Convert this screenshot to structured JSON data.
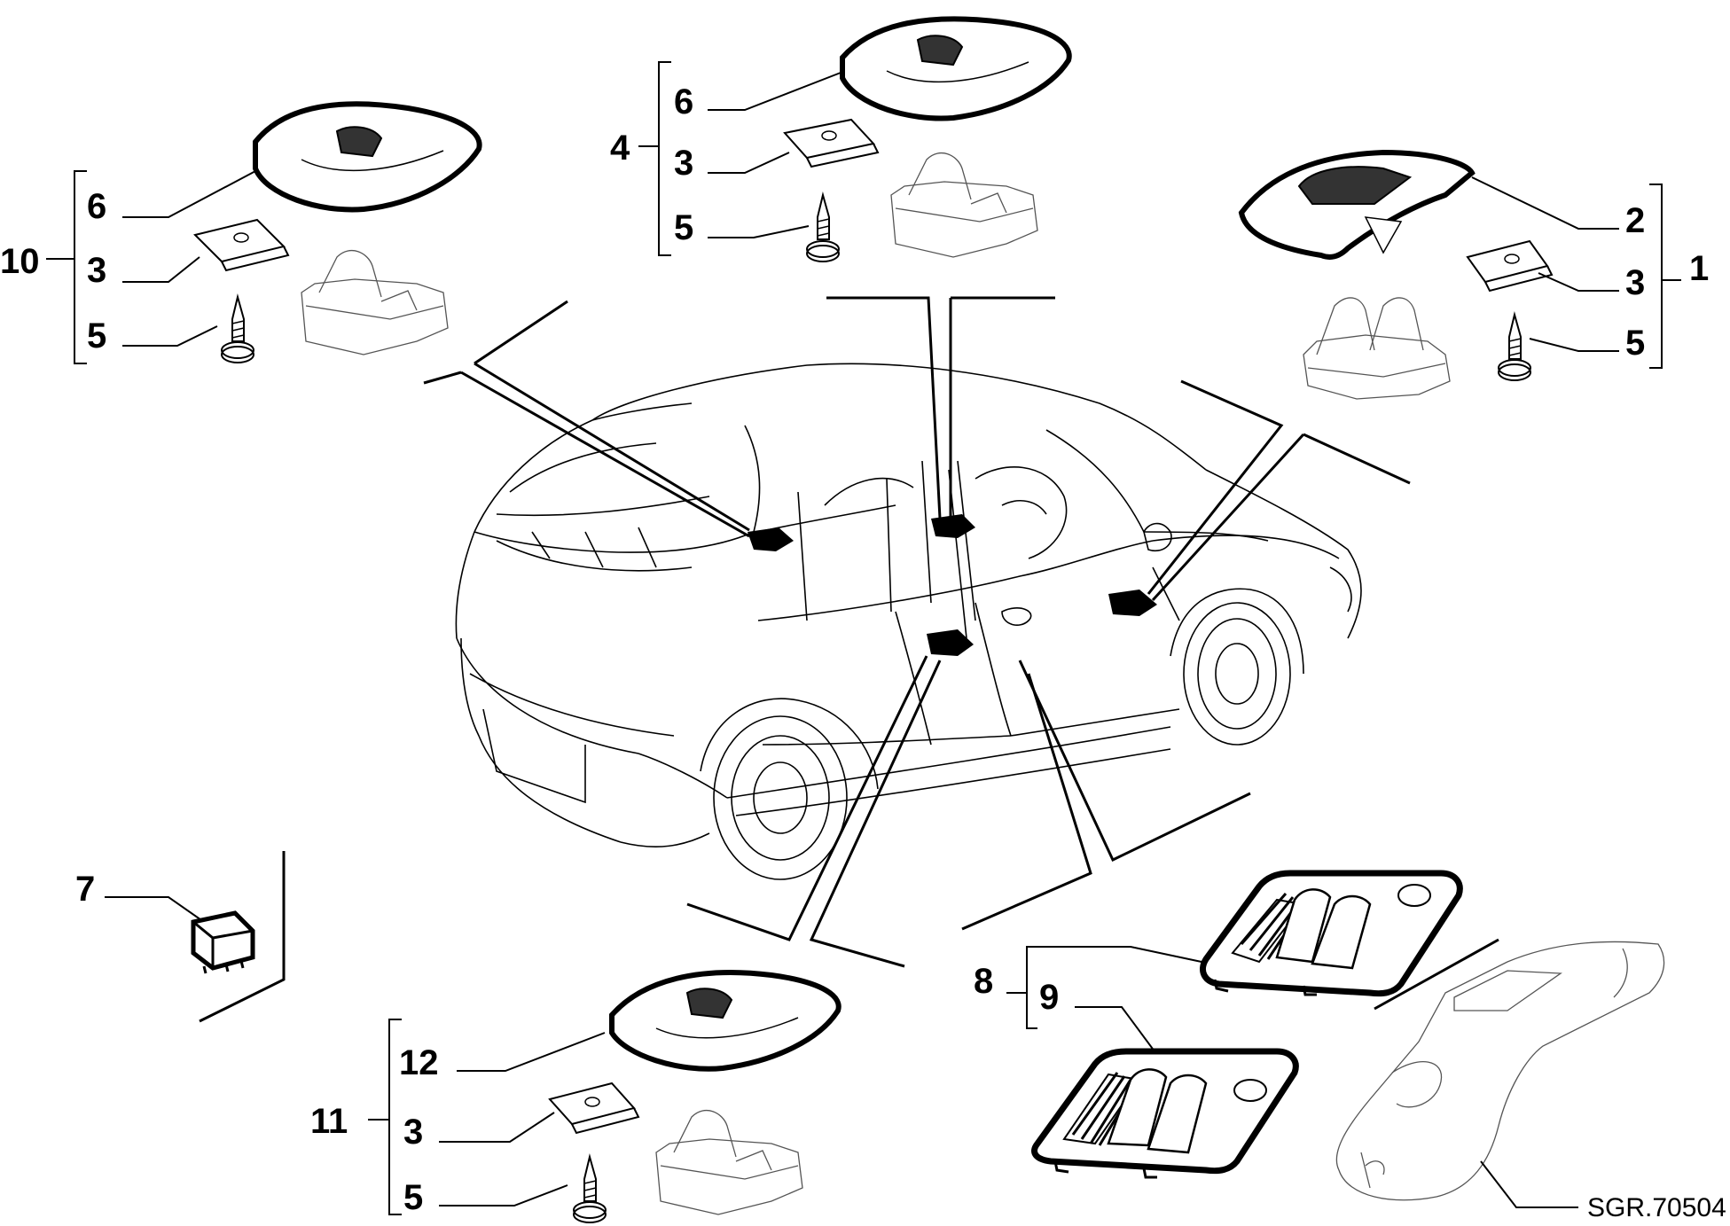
{
  "callouts": {
    "c1": "1",
    "c2": "2",
    "c3": "3",
    "c4": "4",
    "c5": "5",
    "c6": "6",
    "c7": "7",
    "c8": "8",
    "c9": "9",
    "c10": "10",
    "c11": "11",
    "c12": "12"
  },
  "drawing_code": "SGR.70504"
}
